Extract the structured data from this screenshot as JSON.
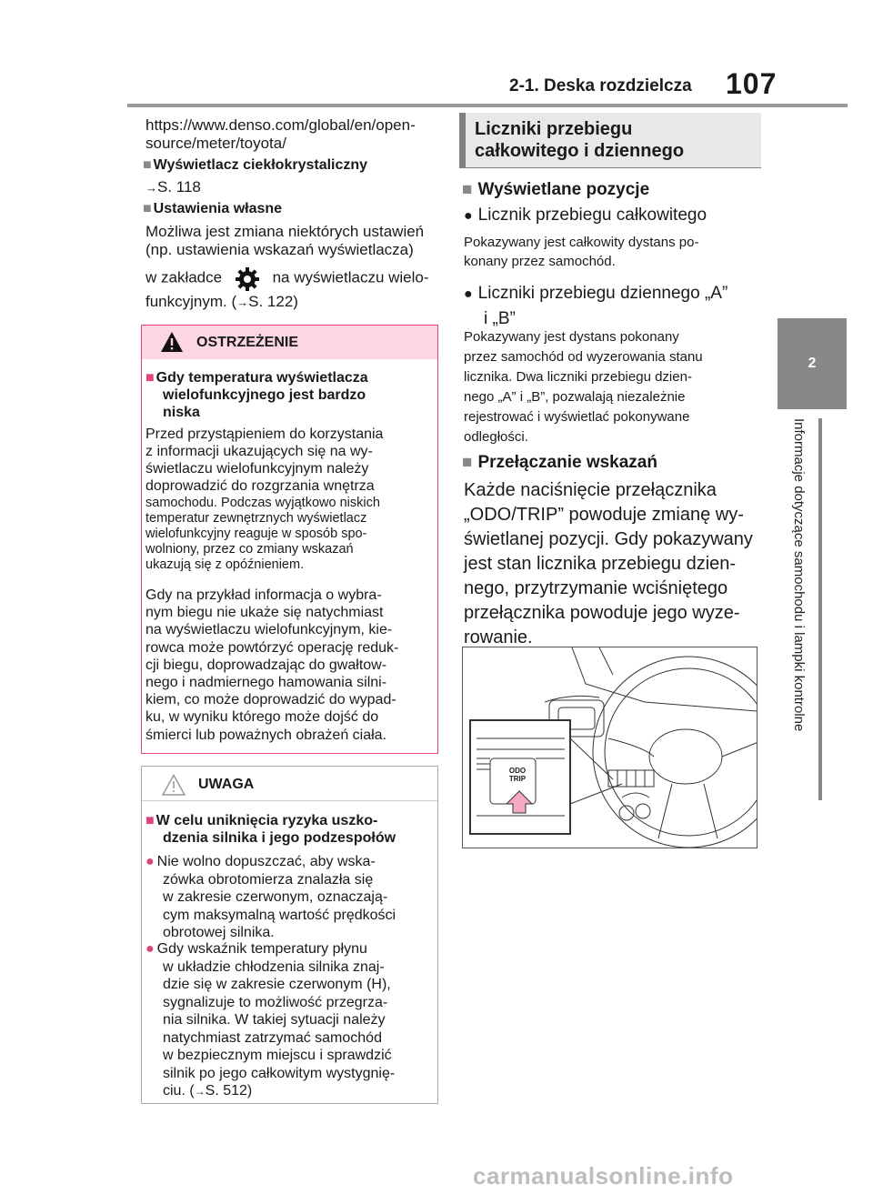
{
  "header": {
    "section": "2-1. Deska rozdzielcza",
    "page_number": "107"
  },
  "side_tab": {
    "number": "2",
    "label": "Informacje dotyczące samochodu i lampki kontrolne"
  },
  "left": {
    "url_line1": "https://www.denso.com/global/en/open-",
    "url_line2": "source/meter/toyota/",
    "lcd_heading": "Wyświetlacz ciekłokrystaliczny",
    "lcd_ref": "S. 118",
    "settings_heading": "Ustawienia własne",
    "settings_line1": "Możliwa jest zmiana niektórych ustawień",
    "settings_line2": "(np. ustawienia wskazań wyświetlacza)",
    "settings_line3a": "w zakładce",
    "settings_line3b": "na wyświetlaczu wielo-",
    "settings_line4a": "funkcyjnym. (",
    "settings_line4b": "S. 122)"
  },
  "warning": {
    "title": "OSTRZEŻENIE",
    "heading_l1": "Gdy temperatura wyświetlacza",
    "heading_l2": "wielofunkcyjnego jest bardzo",
    "heading_l3": "niska",
    "p1": [
      "Przed przystąpieniem do korzystania",
      "z informacji ukazujących się na wy-",
      "świetlaczu wielofunkcyjnym należy",
      "doprowadzić do rozgrzania wnętrza"
    ],
    "p1_small": [
      "samochodu. Podczas wyjątkowo niskich",
      "temperatur zewnętrznych wyświetlacz",
      "wielofunkcyjny reaguje w sposób spo-",
      "wolniony, przez co zmiany wskazań",
      "ukazują się z opóźnieniem."
    ],
    "p2": [
      "Gdy na przykład informacja o wybra-",
      "nym biegu nie ukaże się natychmiast",
      "na wyświetlaczu wielofunkcyjnym, kie-",
      "rowca może powtórzyć operację reduk-",
      "cji biegu, doprowadzając do gwałtow-",
      "nego i nadmiernego hamowania silni-",
      "kiem, co może doprowadzić do wypad-",
      "ku, w wyniku którego może dojść do",
      "śmierci lub poważnych obrażeń ciała."
    ]
  },
  "notice": {
    "title": "UWAGA",
    "heading_l1": "W celu uniknięcia ryzyka uszko-",
    "heading_l2": "dzenia silnika i jego podzespołów",
    "item1": [
      "Nie wolno dopuszczać, aby wska-",
      "zówka obrotomierza znalazła się",
      "w zakresie czerwonym, oznaczają-",
      "cym maksymalną wartość prędkości",
      "obrotowej silnika."
    ],
    "item2": [
      "Gdy wskaźnik temperatury płynu",
      "w układzie chłodzenia silnika znaj-",
      "dzie się w zakresie czerwonym (H),",
      "sygnalizuje to możliwość przegrza-",
      "nia silnika. W takiej sytuacji należy",
      "natychmiast zatrzymać samochód",
      "w bezpiecznym miejscu i sprawdzić",
      "silnik po jego całkowitym wystygnię-",
      "ciu. (",
      "S. 512)"
    ]
  },
  "right": {
    "section_title_l1": "Liczniki przebiegu",
    "section_title_l2": "całkowitego i dziennego",
    "displayed_heading": "Wyświetlane pozycje",
    "odo_heading": "Licznik przebiegu całkowitego",
    "odo_text": [
      "Pokazywany jest całkowity dystans po-",
      "konany przez samochód."
    ],
    "trip_heading_l1": "Liczniki przebiegu dziennego „A”",
    "trip_heading_l2": "i „B”",
    "trip_text": [
      "Pokazywany jest dystans pokonany",
      "przez samochód od wyzerowania stanu",
      "licznika. Dwa liczniki przebiegu dzien-",
      "nego „A” i „B”, pozwalają niezależnie",
      "rejestrować i wyświetlać pokonywane",
      "odległości."
    ],
    "switch_heading": "Przełączanie wskazań",
    "switch_text": [
      "Każde naciśnięcie przełącznika",
      "„ODO/TRIP” powoduje zmianę wy-",
      "świetlanej pozycji. Gdy pokazywany",
      "jest stan licznika przebiegu dzien-",
      "nego, przytrzymanie wciśniętego",
      "przełącznika powoduje jego wyze-",
      "rowanie."
    ],
    "illus_label1": "ODO",
    "illus_label2": "TRIP"
  },
  "footer": {
    "watermark": "carmanualsonline.info"
  }
}
